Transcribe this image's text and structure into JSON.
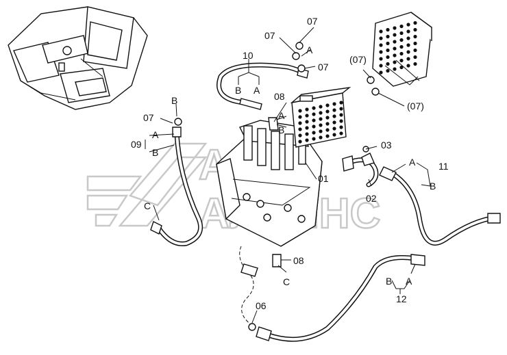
{
  "watermark": {
    "line1": "АВТО",
    "line2": "АЛЬЯНС"
  },
  "labels": {
    "p07_top": "07",
    "p07_mid": "07",
    "A_top": "A",
    "p10": "10",
    "B_10": "B",
    "A_10": "A",
    "p08_top": "08",
    "A_08": "A",
    "B_08": "B",
    "p07_paren_left": "(07)",
    "p07_paren_right": "(07)",
    "B_09top": "B",
    "p07_left": "07",
    "A_09": "A",
    "p09": "09",
    "B_09": "B",
    "p03": "03",
    "A_11": "A",
    "p11": "11",
    "B_11": "B",
    "p01": "01",
    "p02": "02",
    "C_left": "C",
    "p08_bot": "08",
    "C_bot": "C",
    "p06": "06",
    "B_12": "B",
    "A_12": "A",
    "p12": "12"
  }
}
